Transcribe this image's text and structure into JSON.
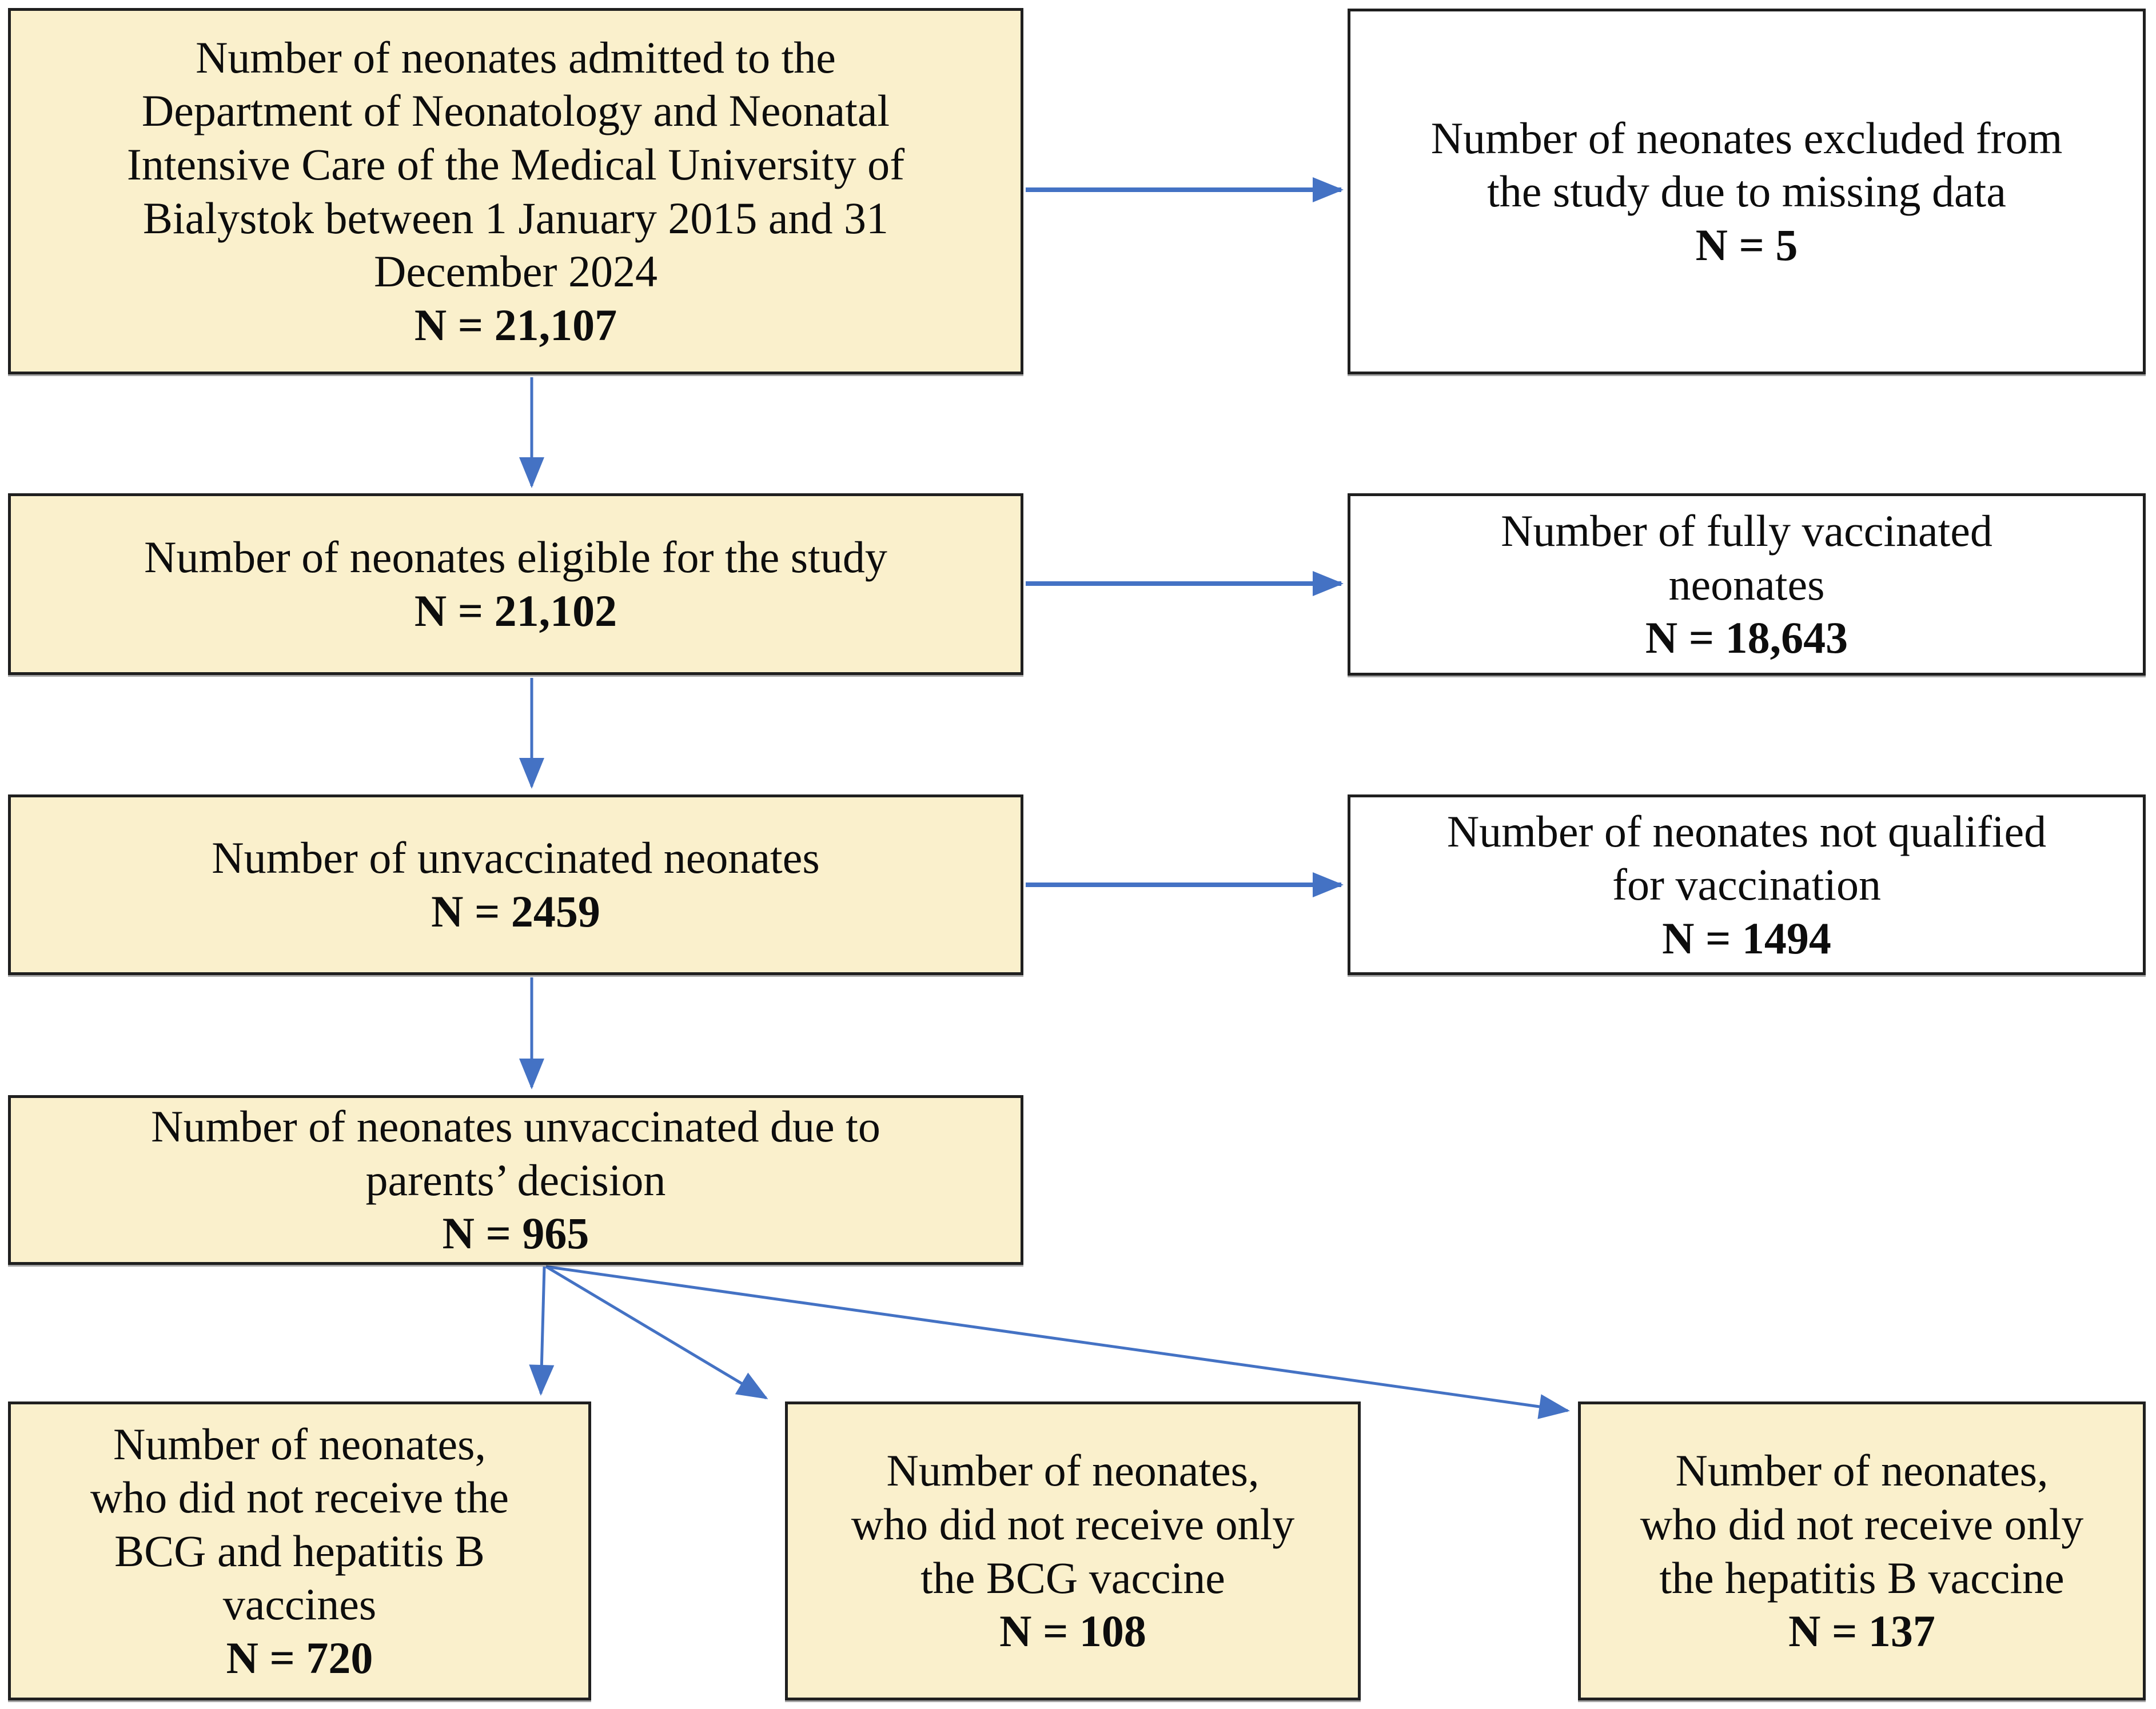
{
  "colors": {
    "background": "#ffffff",
    "highlight_box_fill": "#faf0cc",
    "plain_box_fill": "#ffffff",
    "box_border": "#1f1f1f",
    "arrow": "#4472c4"
  },
  "flowchart": {
    "main_boxes": [
      {
        "label": "Number of neonates admitted to the\nDepartment of Neonatology and Neonatal\nIntensive Care of the Medical University of\nBialystok between 1 January 2015 and 31\nDecember 2024",
        "n": "N = 21,107"
      },
      {
        "label": "Number of neonates eligible for the study",
        "n": "N = 21,102"
      },
      {
        "label": "Number of unvaccinated neonates",
        "n": "N = 2459"
      },
      {
        "label": "Number of neonates unvaccinated due to\nparents’ decision",
        "n": "N = 965"
      }
    ],
    "side_boxes": [
      {
        "label": "Number of neonates excluded from\nthe study due to missing data",
        "n": "N = 5"
      },
      {
        "label": "Number of fully vaccinated\nneonates",
        "n": "N = 18,643"
      },
      {
        "label": "Number of neonates not qualified\nfor vaccination",
        "n": "N = 1494"
      }
    ],
    "bottom_boxes": [
      {
        "label": "Number of neonates,\nwho did not receive the\nBCG and hepatitis B\nvaccines",
        "n": "N = 720"
      },
      {
        "label": "Number of neonates,\nwho did not receive only\nthe BCG vaccine",
        "n": "N = 108"
      },
      {
        "label": "Number of neonates,\nwho did not receive only\nthe hepatitis B vaccine",
        "n": "N = 137"
      }
    ],
    "edges": [
      {
        "from": "box-admitted",
        "to": "box-eligible"
      },
      {
        "from": "box-admitted",
        "to": "box-excluded-missing-data"
      },
      {
        "from": "box-eligible",
        "to": "box-unvaccinated"
      },
      {
        "from": "box-eligible",
        "to": "box-fully-vaccinated"
      },
      {
        "from": "box-unvaccinated",
        "to": "box-parents-decision"
      },
      {
        "from": "box-unvaccinated",
        "to": "box-not-qualified"
      },
      {
        "from": "box-parents-decision",
        "to": "box-no-bcg-hepb"
      },
      {
        "from": "box-parents-decision",
        "to": "box-no-bcg-only"
      },
      {
        "from": "box-parents-decision",
        "to": "box-no-hepb-only"
      }
    ]
  }
}
